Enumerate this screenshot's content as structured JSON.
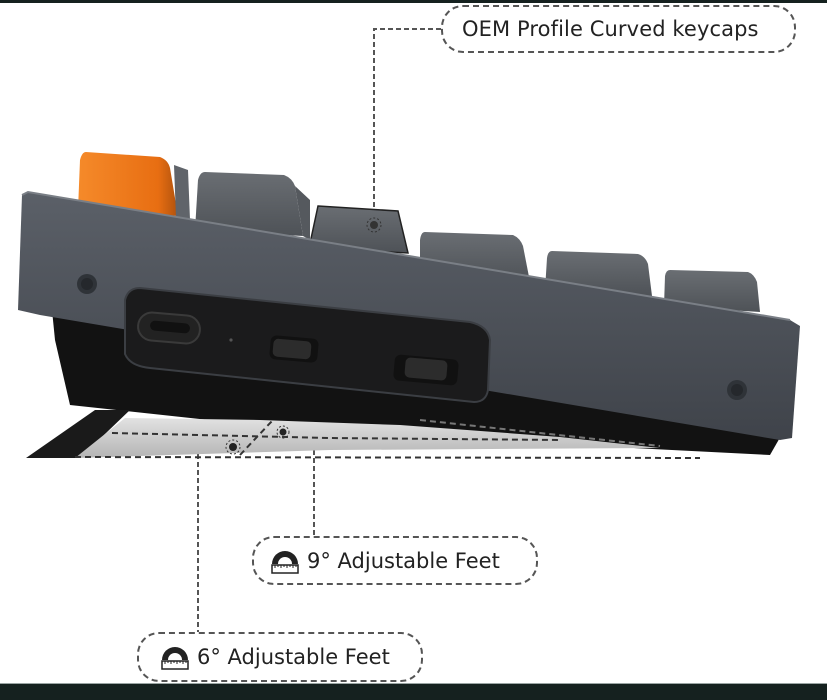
{
  "callouts": {
    "keycaps": {
      "label": "OEM Profile Curved keycaps",
      "icon": "none"
    },
    "feet_9": {
      "label": "9° Adjustable Feet",
      "icon": "protractor-icon"
    },
    "feet_6": {
      "label": "6° Adjustable Feet",
      "icon": "protractor-icon"
    }
  },
  "product": {
    "subject": "Mechanical keyboard side profile",
    "ports": [
      "usb-c-port",
      "indicator-led",
      "mode-switch",
      "os-switch"
    ],
    "colors": {
      "case": "#4a4f56",
      "case_dark": "#111111",
      "keycap_gray": "#5a5e63",
      "keycap_orange": "#f07a1e",
      "frame": "#15211f",
      "callout_border": "#555555",
      "text": "#222222"
    }
  }
}
